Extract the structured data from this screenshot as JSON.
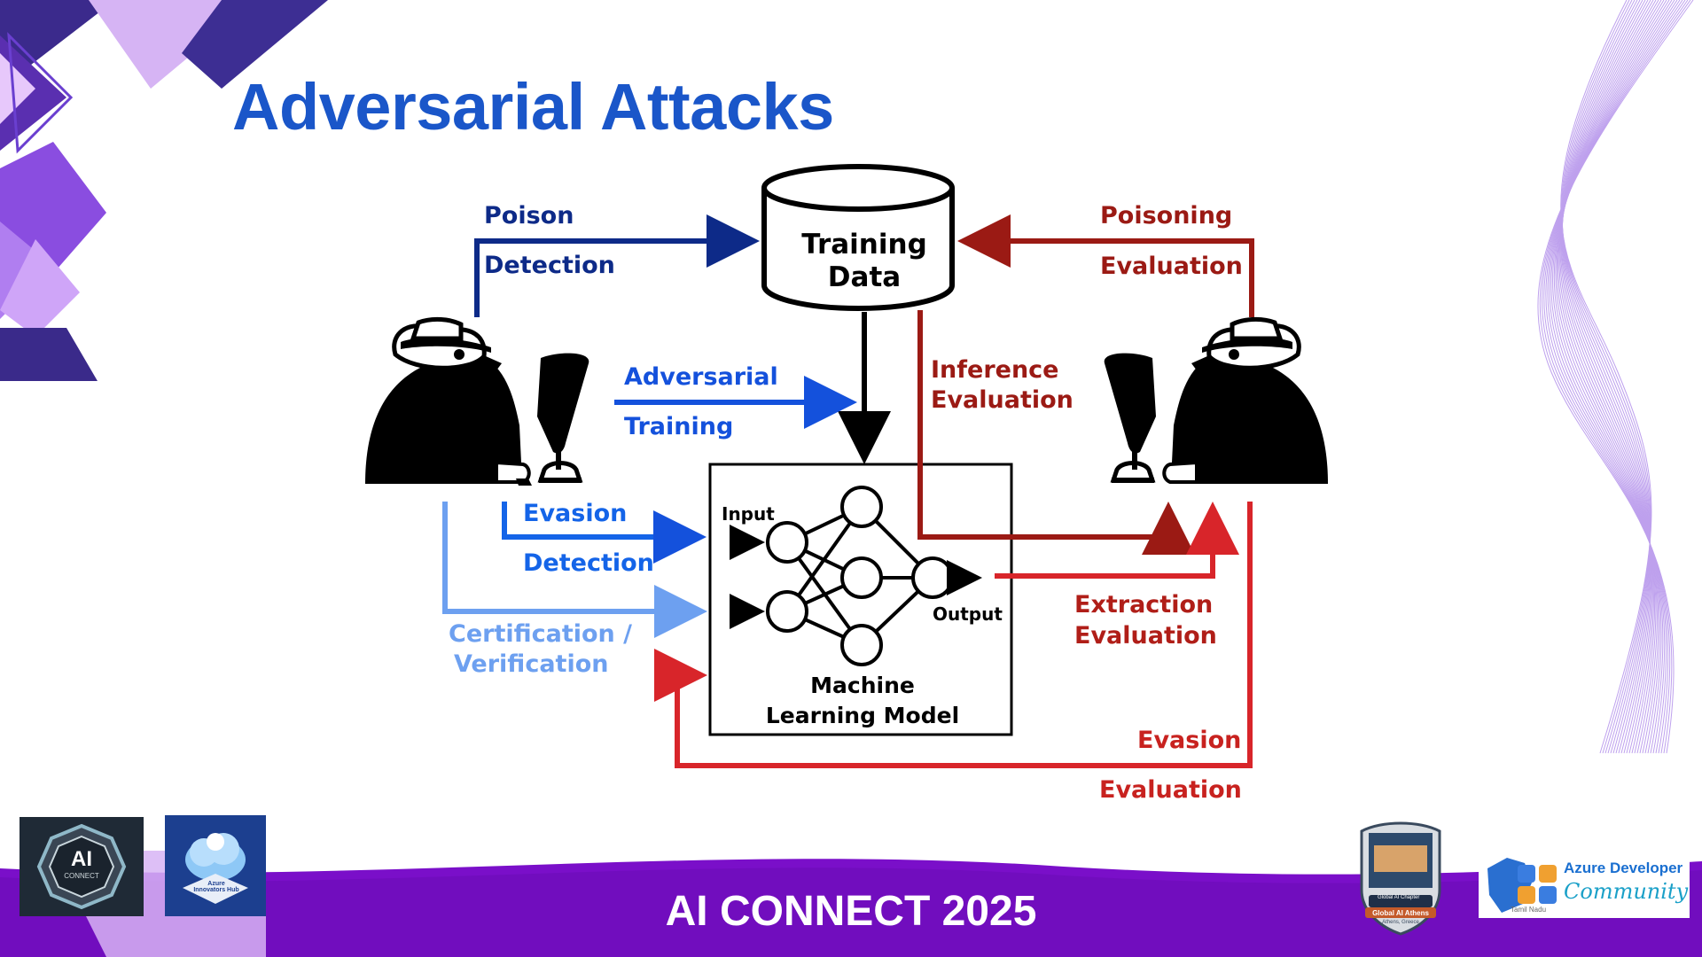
{
  "slide": {
    "title": "Adversarial Attacks",
    "footer": "AI CONNECT 2025"
  },
  "diagram": {
    "training_data": "Training Data",
    "model": "Machine Learning Model",
    "input": "Input",
    "output": "Output",
    "labels": {
      "poison": "Poison",
      "detection_top": "Detection",
      "adversarial": "Adversarial",
      "training": "Training",
      "evasion_left": "Evasion",
      "detection_left": "Detection",
      "certification": "Certification /",
      "verification": "Verification",
      "poisoning": "Poisoning",
      "evaluation_top_right": "Evaluation",
      "inference": "Inference",
      "inference_eval": "Evaluation",
      "extraction": "Extraction",
      "extraction_eval": "Evaluation",
      "evasion_right": "Evasion",
      "evasion_eval": "Evaluation"
    }
  },
  "logos": {
    "ai_connect": {
      "line1": "AI",
      "line2": "CONNECT"
    },
    "azure_hub": "Azure Innovators Hub",
    "global_ai": {
      "line1": "Global AI Chapter",
      "line2": "Global AI Athens",
      "line3": "Athens, Greece"
    },
    "azure_dev": {
      "line1": "Azure Developer",
      "line2": "Community",
      "line3": "Tamil Nadu"
    }
  },
  "colors": {
    "title": "#1a56c9",
    "navy": "#0d2a88",
    "blue": "#1451dc",
    "light_blue": "#6da0f0",
    "dark_red": "#9b1a14",
    "red": "#d8252a",
    "footer_purple": "#7a0fc9"
  }
}
